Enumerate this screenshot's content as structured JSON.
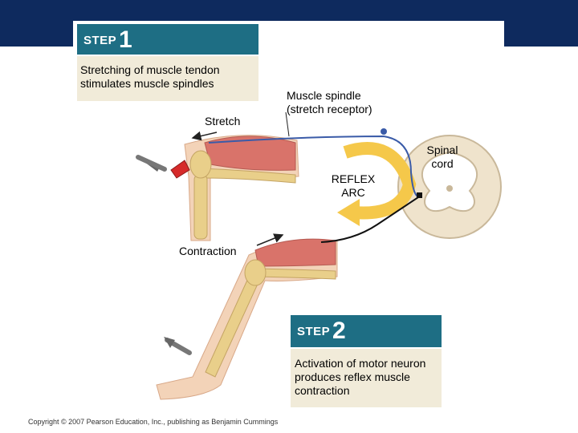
{
  "step1": {
    "word": "STEP",
    "number": "1",
    "caption": "Stretching of muscle tendon stimulates muscle spindles"
  },
  "step2": {
    "word": "STEP",
    "number": "2",
    "caption": "Activation of motor neuron produces reflex muscle contraction"
  },
  "labels": {
    "stretch": "Stretch",
    "muscle_spindle": "Muscle spindle (stretch receptor)",
    "spinal_cord": "Spinal cord",
    "reflex_arc": "REFLEX ARC",
    "contraction": "Contraction"
  },
  "copyright": "Copyright © 2007 Pearson Education, Inc., publishing as Benjamin Cummings",
  "colors": {
    "header_navy": "#0e2a5e",
    "step_teal": "#1e6e84",
    "caption_beige": "#f1ebd9",
    "muscle_red": "#d9736a",
    "bone_tan": "#e9cf8a",
    "skin": "#f3d3b8",
    "arrow_yellow": "#f5c84a",
    "sensory_nerve_blue": "#3a5ba8",
    "motor_nerve_black": "#111111"
  }
}
